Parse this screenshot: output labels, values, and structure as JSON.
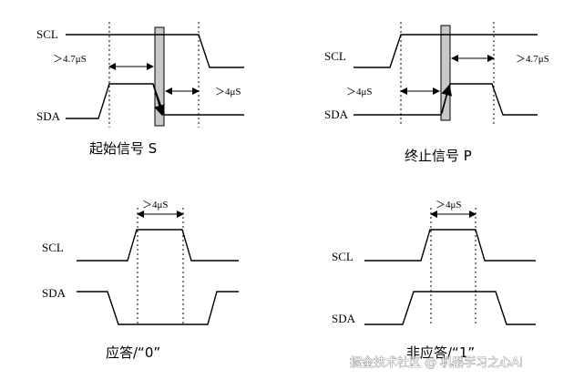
{
  "panels": {
    "start": {
      "scl": "SCL",
      "sda": "SDA",
      "t1": "＞4.7μS",
      "t2": "＞4μS",
      "caption": "起始信号 S"
    },
    "stop": {
      "scl": "SCL",
      "sda": "SDA",
      "t1": "＞4μS",
      "t2": "＞4.7μS",
      "caption": "终止信号 P"
    },
    "ack": {
      "scl": "SCL",
      "sda": "SDA",
      "t": "＞4μS",
      "caption": "应答/“0”"
    },
    "nack": {
      "scl": "SCL",
      "sda": "SDA",
      "t": "＞4μS",
      "caption": "非应答/“1”"
    }
  },
  "watermark": "掘金技术社区 @ 机器学习之心AI",
  "colors": {
    "hatch": "#c8c8c8",
    "line": "#000000"
  }
}
